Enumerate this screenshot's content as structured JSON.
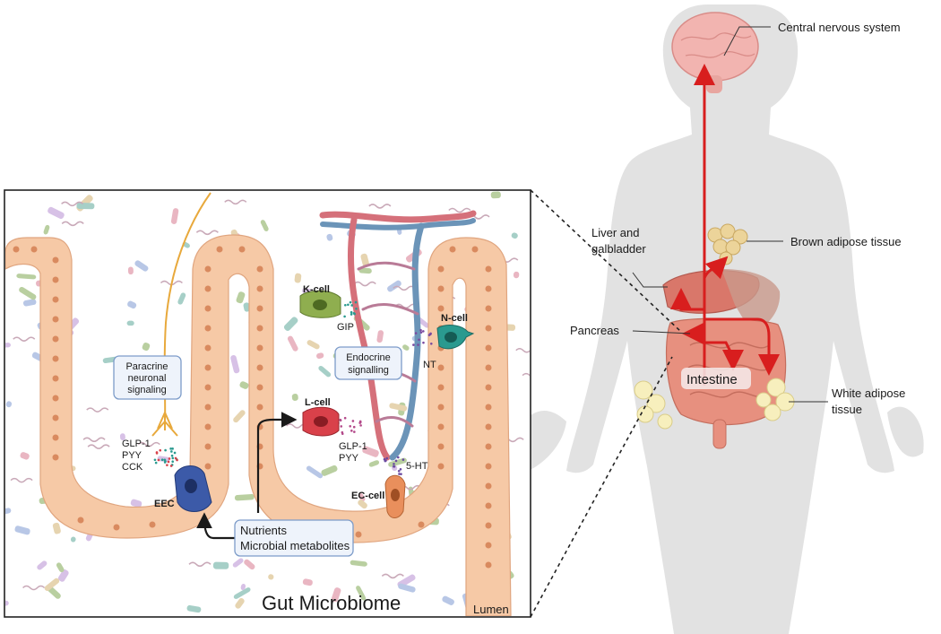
{
  "inset": {
    "labels": {
      "k_cell": "K-cell",
      "gip": "GIP",
      "n_cell": "N-cell",
      "nt": "NT",
      "l_cell": "L-cell",
      "l_hormone_1": "GLP-1",
      "l_hormone_2": "PYY",
      "ht5": "5-HT",
      "ec_cell": "EC-cell",
      "eec": "EEC",
      "eec_hormone_1": "GLP-1",
      "eec_hormone_2": "PYY",
      "eec_hormone_3": "CCK",
      "lumen": "Lumen",
      "gut_microbiome": "Gut Microbiome"
    },
    "boxes": {
      "paracrine_line1": "Paracrine",
      "paracrine_line2": "neuronal",
      "paracrine_line3": "signaling",
      "endocrine_line1": "Endocrine",
      "endocrine_line2": "signalling",
      "nutrients_line1": "Nutrients",
      "nutrients_line2": "Microbial metabolites"
    }
  },
  "body": {
    "labels": {
      "cns": "Central nervous system",
      "bat": "Brown adipose tissue",
      "liver_line1": "Liver and",
      "liver_line2": "galbladder",
      "pancreas": "Pancreas",
      "intestine": "Intestine",
      "wat_line1": "White adipose",
      "wat_line2": "tissue"
    }
  },
  "colors": {
    "epithelium": "#f6c9a6",
    "epithelium_edge": "#e0a57f",
    "nucleus": "#d98a5f",
    "artery": "#d5707a",
    "vein": "#6b94b8",
    "nerve": "#e8a93c",
    "arrow_red": "#d81e1e",
    "silhouette": "#e2e2e2",
    "k_cell": "#8fae4f",
    "n_cell": "#2a9a8f",
    "l_cell": "#d9414a",
    "ec_cell": "#e98f5c",
    "eec": "#3c5aa8",
    "box_fill": "#eef3fb",
    "box_stroke": "#7d9cc9"
  }
}
